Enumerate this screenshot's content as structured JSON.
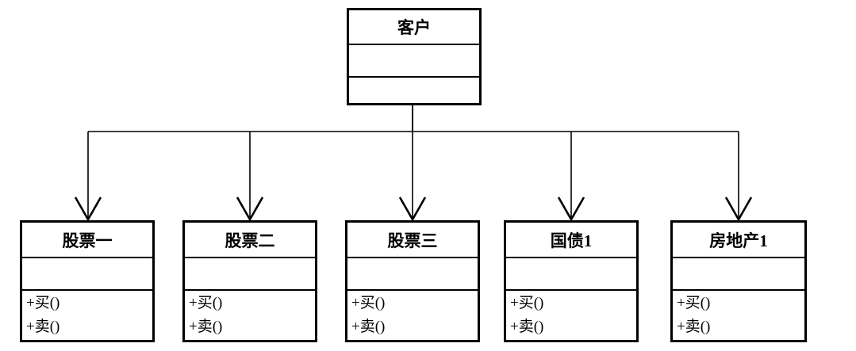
{
  "diagram": {
    "type": "uml-class-diagram",
    "parent_class": {
      "name": "客户",
      "attributes": [],
      "methods": []
    },
    "child_classes": [
      {
        "name": "股票一",
        "attributes": [],
        "methods": [
          "+买()",
          "+卖()"
        ]
      },
      {
        "name": "股票二",
        "attributes": [],
        "methods": [
          "+买()",
          "+卖()"
        ]
      },
      {
        "name": "股票三",
        "attributes": [],
        "methods": [
          "+买()",
          "+卖()"
        ]
      },
      {
        "name": "国债1",
        "attributes": [],
        "methods": [
          "+买()",
          "+卖()"
        ]
      },
      {
        "name": "房地产1",
        "attributes": [],
        "methods": [
          "+买()",
          "+卖()"
        ]
      }
    ],
    "colors": {
      "line": "#000000",
      "background": "#ffffff",
      "box_fill": "#ffffff",
      "text": "#000000"
    }
  }
}
